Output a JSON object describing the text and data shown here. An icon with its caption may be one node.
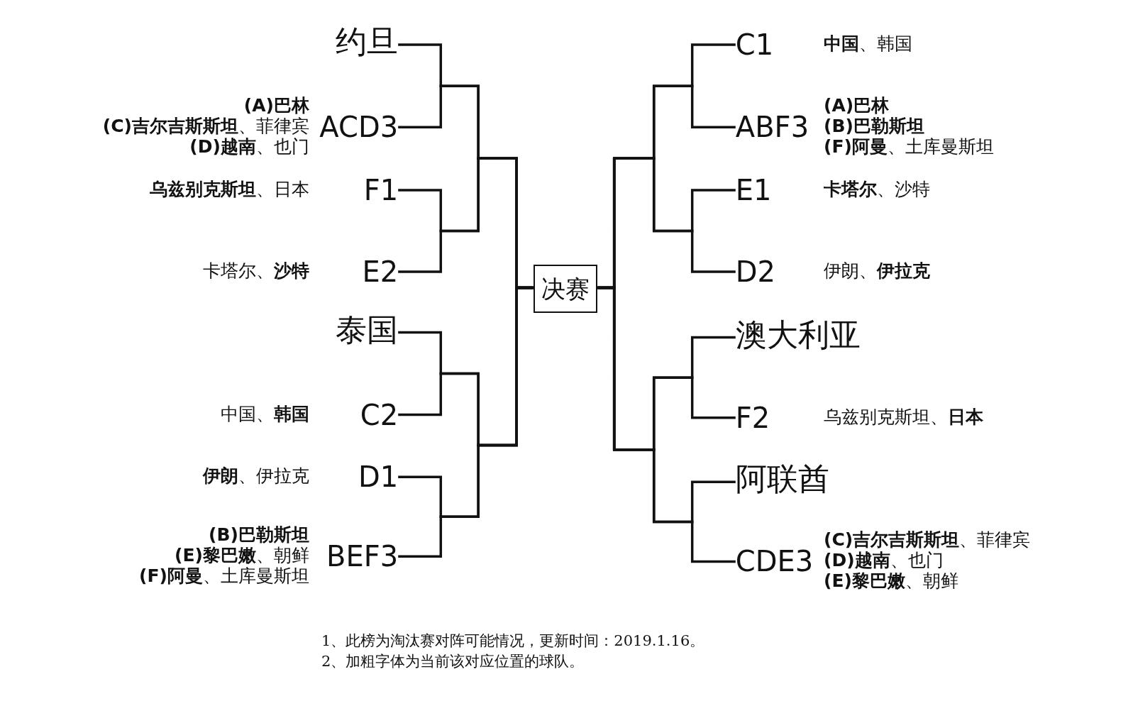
{
  "diagram": {
    "nodes": [
      {
        "text": [
          "约旦"
        ]
      },
      {
        "text": [
          "ACD3"
        ],
        "beside": [
          "**(A)巴林**",
          "**(C)吉尔吉斯斯坦**、菲律宾",
          "**(D)越南**、也门"
        ]
      },
      {
        "text": [
          "F1"
        ],
        "beside": [
          "**乌兹别克斯坦**、日本"
        ]
      },
      {
        "text": [
          "E2"
        ],
        "beside": [
          "卡塔尔、**沙特**"
        ]
      },
      {
        "text": [
          "泰国"
        ]
      },
      {
        "text": [
          "C2"
        ],
        "beside": [
          "中国、**韩国**"
        ]
      },
      {
        "text": [
          "D1"
        ],
        "beside": [
          "**伊朗**、伊拉克"
        ]
      },
      {
        "text": [
          "BEF3"
        ],
        "beside": [
          "**(B)巴勒斯坦**",
          "**(E)黎巴嫩**、朝鲜",
          "**(F)阿曼**、土库曼斯坦"
        ]
      },
      {
        "text": [
          "决赛"
        ]
      },
      {
        "text": [
          "C1"
        ],
        "beside": [
          "**中国**、韩国"
        ]
      },
      {
        "text": [
          "ABF3"
        ],
        "beside": [
          "**(A)巴林**",
          "**(B)巴勒斯坦**",
          "**(F)阿曼**、土库曼斯坦"
        ]
      },
      {
        "text": [
          "E1"
        ],
        "beside": [
          "**卡塔尔**、沙特"
        ]
      },
      {
        "text": [
          "D2"
        ],
        "beside": [
          "伊朗、**伊拉克**"
        ]
      },
      {
        "text": [
          "澳大利亚"
        ]
      },
      {
        "text": [
          "F2"
        ],
        "beside": [
          "乌兹别克斯坦、**日本**"
        ]
      },
      {
        "text": [
          "阿联酋"
        ]
      },
      {
        "text": [
          "CDE3"
        ],
        "beside": [
          "**(C)吉尔吉斯斯坦**、菲律宾",
          "**(D)越南**、也门",
          "**(E)黎巴嫩**、朝鲜"
        ]
      }
    ],
    "edges": [
      {
        "from": 0,
        "to": 8,
        "arrow": "none"
      },
      {
        "from": 1,
        "to": 8,
        "arrow": "none"
      },
      {
        "from": 2,
        "to": 8,
        "arrow": "none"
      },
      {
        "from": 3,
        "to": 8,
        "arrow": "none"
      },
      {
        "from": 4,
        "to": 8,
        "arrow": "none"
      },
      {
        "from": 5,
        "to": 8,
        "arrow": "none"
      },
      {
        "from": 6,
        "to": 8,
        "arrow": "none"
      },
      {
        "from": 7,
        "to": 8,
        "arrow": "none"
      },
      {
        "from": 9,
        "to": 8,
        "arrow": "none"
      },
      {
        "from": 10,
        "to": 8,
        "arrow": "none"
      },
      {
        "from": 11,
        "to": 8,
        "arrow": "none"
      },
      {
        "from": 12,
        "to": 8,
        "arrow": "none"
      },
      {
        "from": 13,
        "to": 8,
        "arrow": "none"
      },
      {
        "from": 14,
        "to": 8,
        "arrow": "none"
      },
      {
        "from": 15,
        "to": 8,
        "arrow": "none"
      },
      {
        "from": 16,
        "to": 8,
        "arrow": "none"
      }
    ],
    "labels": [
      "1、此榜为淘汰赛对阵可能情况，更新时间：2019.1.16。",
      "2、加粗字体为当前该对应位置的球队。"
    ]
  }
}
